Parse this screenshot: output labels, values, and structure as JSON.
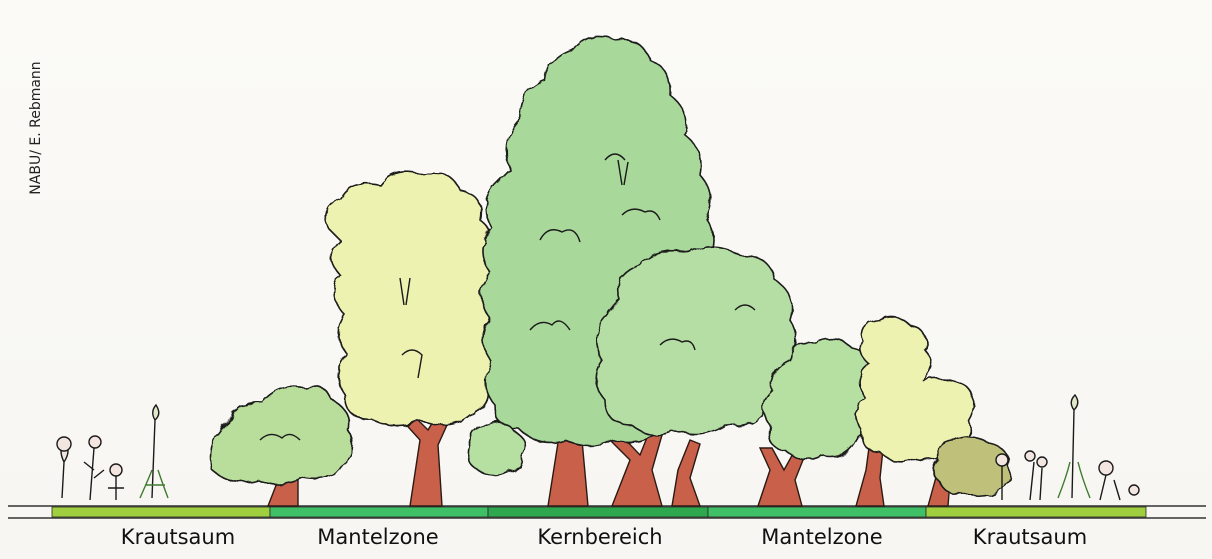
{
  "credit": "NABU/ E. Rebmann",
  "zones": [
    {
      "label": "Krautsaum",
      "color": "#9fcf3f"
    },
    {
      "label": "Mantelzone",
      "color": "#3fbf66"
    },
    {
      "label": "Kernbereich",
      "color": "#2fa74f"
    },
    {
      "label": "Mantelzone",
      "color": "#3fbf66"
    },
    {
      "label": "Krautsaum",
      "color": "#9fcf3f"
    }
  ],
  "palette": {
    "trunk": "#c8604a",
    "foliage_green": "#a8d89a",
    "foliage_yellow": "#eef2b0",
    "foliage_olive": "#bfc17a",
    "outline": "#1a1a1a"
  }
}
